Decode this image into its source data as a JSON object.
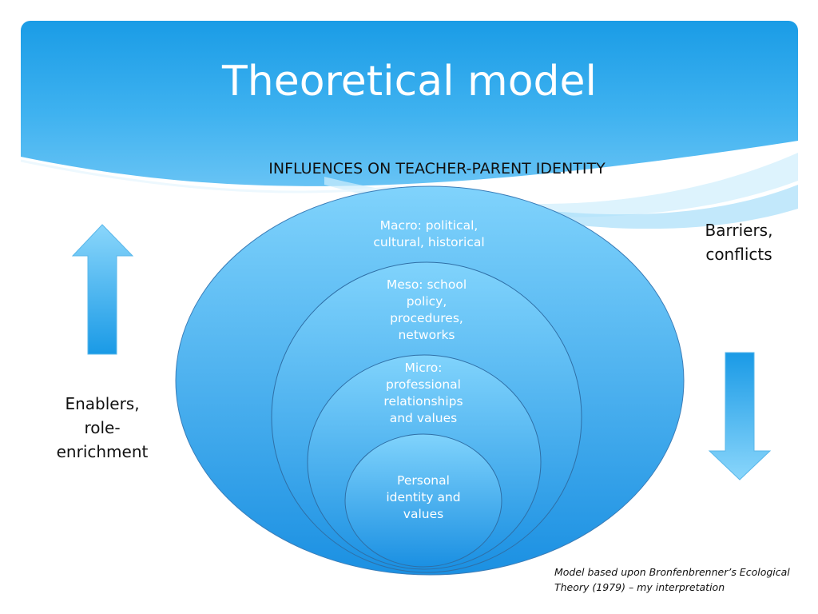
{
  "slide": {
    "title": "Theoretical model",
    "subtitle": "INFLUENCES ON TEACHER-PARENT IDENTITY"
  },
  "rings": {
    "macro": "Macro: political, cultural, historical",
    "meso": "Meso: school policy, procedures, networks",
    "micro": "Micro: professional relationships and values",
    "personal": "Personal identity and values"
  },
  "left_label": "Enablers, role-enrichment",
  "right_label": "Barriers, conflicts",
  "footnote": "Model based upon Bronfenbrenner’s Ecological Theory (1979) – my interpretation",
  "colors": {
    "header_top": "#1a9ce6",
    "ring_fill_top": "#7dd0fb",
    "ring_fill_bottom": "#1d93e3",
    "arrow_fill": "#3aaaf0"
  },
  "icons": {
    "left_arrow": "arrow-up-icon",
    "right_arrow": "arrow-down-icon"
  }
}
